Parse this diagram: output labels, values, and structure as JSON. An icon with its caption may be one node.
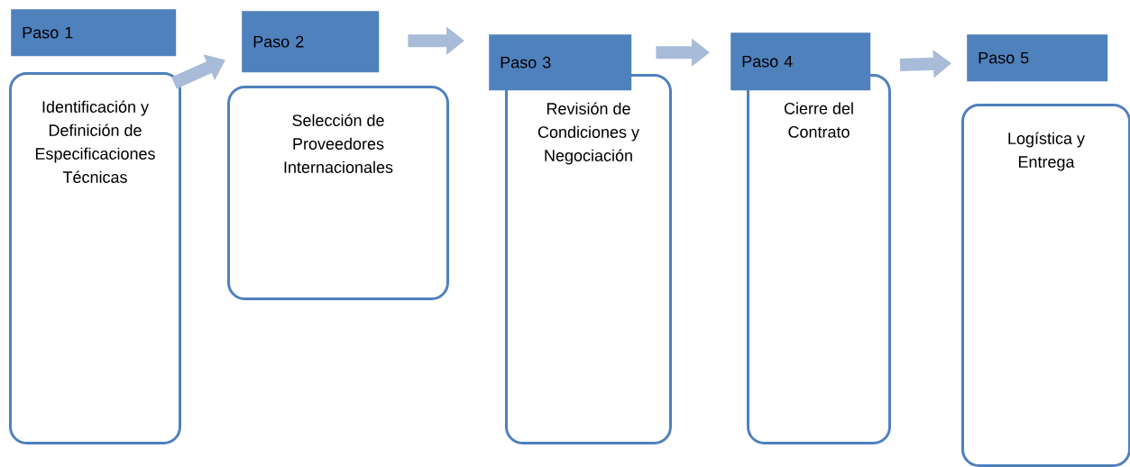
{
  "diagram": {
    "nodes": [
      {
        "text": [
          "Paso 1"
        ]
      },
      {
        "text": [
          "Identificación y Definición de Especificaciones Técnicas"
        ]
      },
      {
        "text": [
          "Paso 2"
        ]
      },
      {
        "text": [
          "Selección de Proveedores Internacionales"
        ]
      },
      {
        "text": [
          "Paso 3"
        ]
      },
      {
        "text": [
          "Revisión de Condiciones y Negociación"
        ]
      },
      {
        "text": [
          "Paso 4"
        ]
      },
      {
        "text": [
          "Cierre del Contrato"
        ]
      },
      {
        "text": [
          "Paso 5"
        ]
      },
      {
        "text": [
          "Logística y Entrega"
        ]
      }
    ],
    "edges": [
      {
        "from": 1,
        "to": 2,
        "arrow": "to"
      },
      {
        "from": 2,
        "to": 4,
        "arrow": "to"
      },
      {
        "from": 4,
        "to": 6,
        "arrow": "to"
      },
      {
        "from": 7,
        "to": 8,
        "arrow": "to"
      }
    ]
  }
}
